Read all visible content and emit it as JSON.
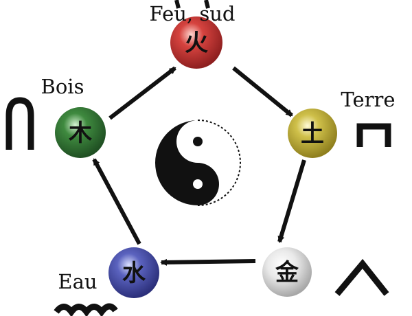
{
  "elements": {
    "fire": {
      "label": "Feu, sud",
      "glyph": "火",
      "color": "#d6433f"
    },
    "earth": {
      "label": "Terre",
      "glyph": "土",
      "color": "#cfc04a"
    },
    "metal": {
      "label": "",
      "glyph": "金",
      "color": "#e9e9e9"
    },
    "water": {
      "label": "Eau",
      "glyph": "水",
      "color": "#5b63bf"
    },
    "wood": {
      "label": "Bois",
      "glyph": "木",
      "color": "#3f8a3f"
    }
  },
  "center": {
    "symbol": "yin-yang"
  },
  "cycle": [
    "wood",
    "fire",
    "earth",
    "metal",
    "water"
  ],
  "side_symbols": [
    "arch-symbol",
    "gate-symbol",
    "peak-symbol",
    "wave-symbol"
  ]
}
